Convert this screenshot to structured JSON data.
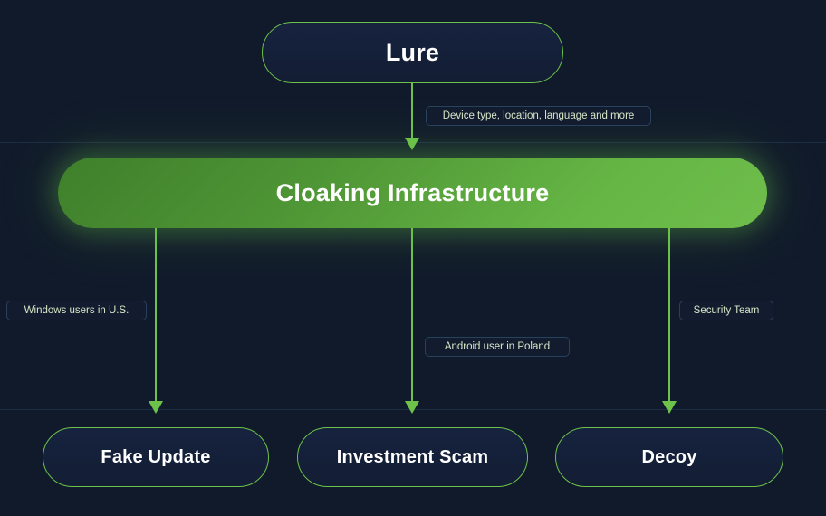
{
  "diagram": {
    "background_color": "#111a2b",
    "accent_color": "#6cc24a",
    "node_fill_color": "#16233f",
    "label_text_color": "#d6e7c8",
    "nodes": {
      "lure": "Lure",
      "cloaking": "Cloaking Infrastructure",
      "fake_update": "Fake Update",
      "investment_scam": "Investment Scam",
      "decoy": "Decoy"
    },
    "edge_labels": {
      "device": "Device type, location, language and more",
      "windows": "Windows users in U.S.",
      "android": "Android user in Poland",
      "security": "Security Team"
    }
  }
}
